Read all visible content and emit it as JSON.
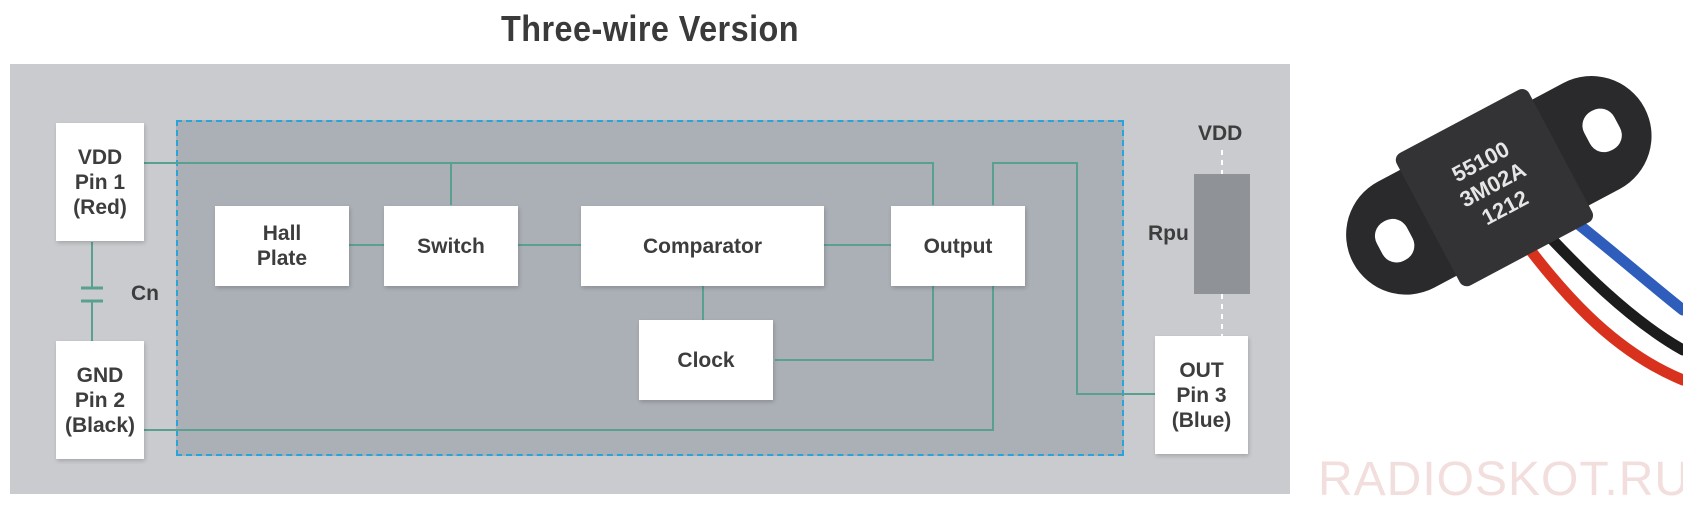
{
  "title": "Three-wire Version",
  "pins": {
    "vdd": "VDD\nPin 1\n(Red)",
    "gnd": "GND\nPin 2\n(Black)",
    "out": "OUT\nPin 3\n(Blue)"
  },
  "blocks": {
    "hall_plate": "Hall\nPlate",
    "switch": "Switch",
    "comparator": "Comparator",
    "output": "Output",
    "clock": "Clock"
  },
  "labels": {
    "cn": "Cn",
    "rpu": "Rpu",
    "vdd_rail": "VDD"
  },
  "sensor_marking": [
    "55100",
    "3M02A",
    "1212"
  ],
  "watermark": "RADIOSKOT.RU",
  "colors": {
    "wire": "#5aa091",
    "dashed_border": "#2aa3d8",
    "panel": "#c9cbcf",
    "inner_panel": "#abafb6",
    "wire_red": "#d8321e",
    "wire_black": "#1c1c1c",
    "wire_blue": "#2f5dbb"
  }
}
